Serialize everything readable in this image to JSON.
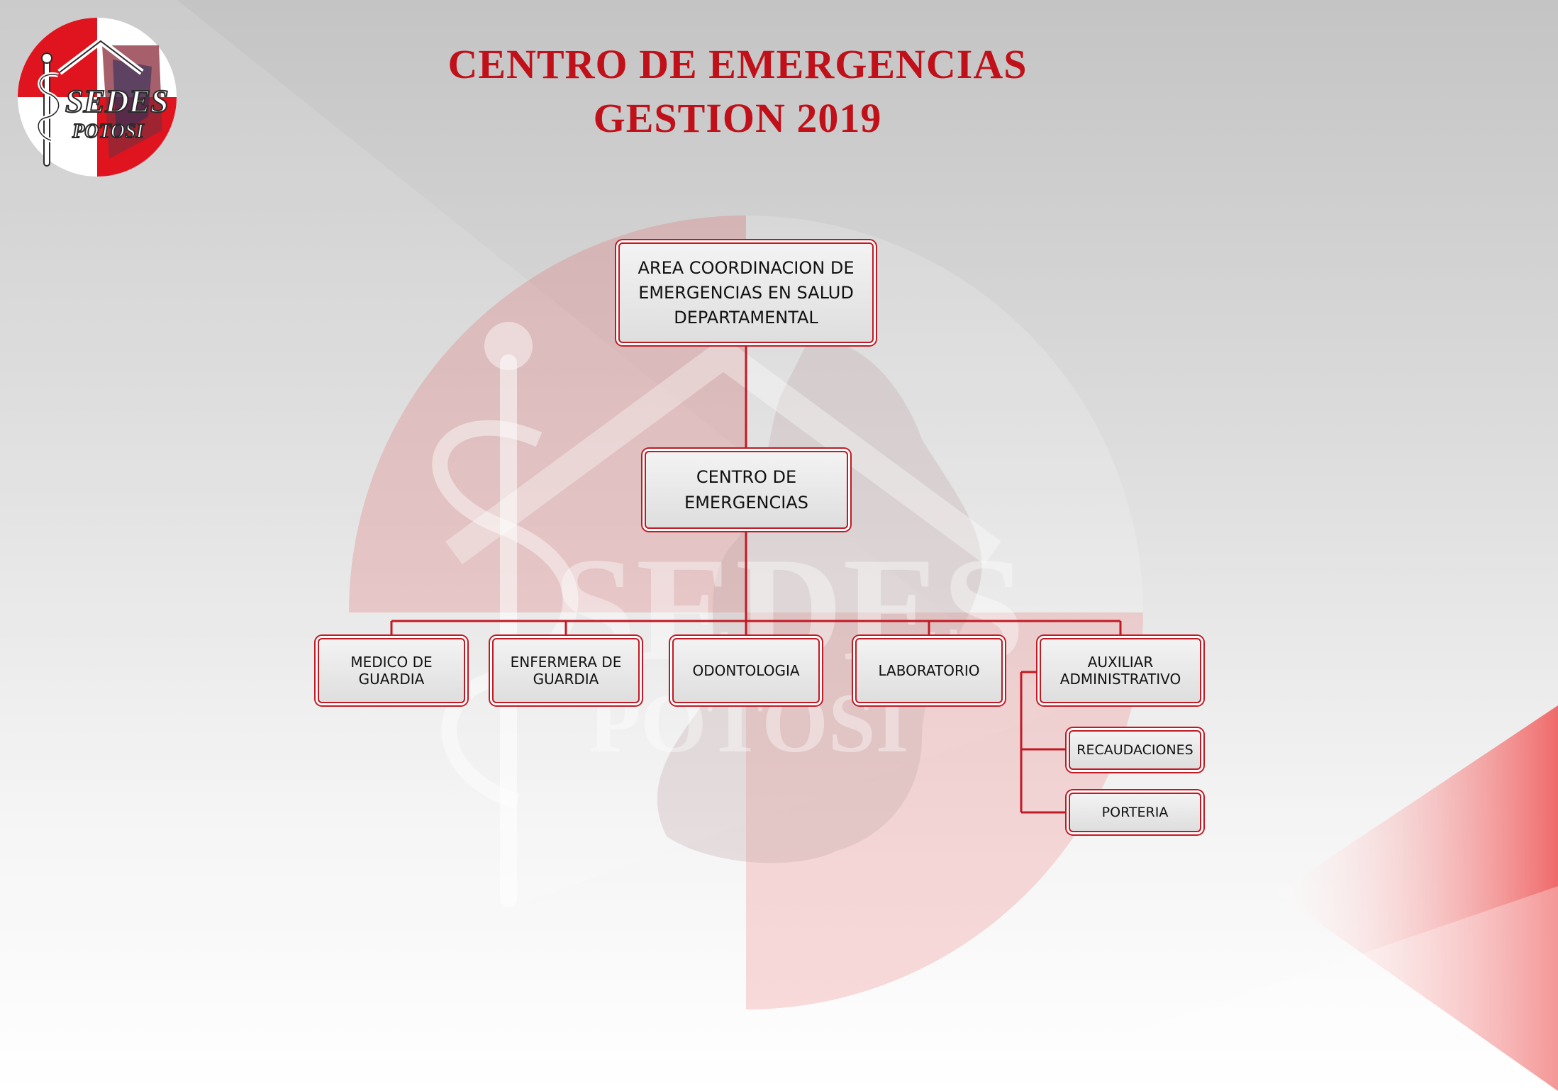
{
  "title": {
    "line1": "CENTRO DE EMERGENCIAS",
    "line2": "GESTION 2019"
  },
  "logo": {
    "line1": "SEDES",
    "line2": "POTOSI"
  },
  "colors": {
    "accent": "#c0111a",
    "node_border": "#c21a24",
    "node_fill": "#e6e6e6"
  },
  "org_chart": {
    "root": "AREA COORDINACION DE EMERGENCIAS EN SALUD DEPARTAMENTAL",
    "center": "CENTRO DE EMERGENCIAS",
    "departments": [
      "MEDICO DE GUARDIA",
      "ENFERMERA DE GUARDIA",
      "ODONTOLOGIA",
      "LABORATORIO",
      "AUXILIAR ADMINISTRATIVO"
    ],
    "sub_units": [
      "RECAUDACIONES",
      "PORTERIA"
    ]
  }
}
